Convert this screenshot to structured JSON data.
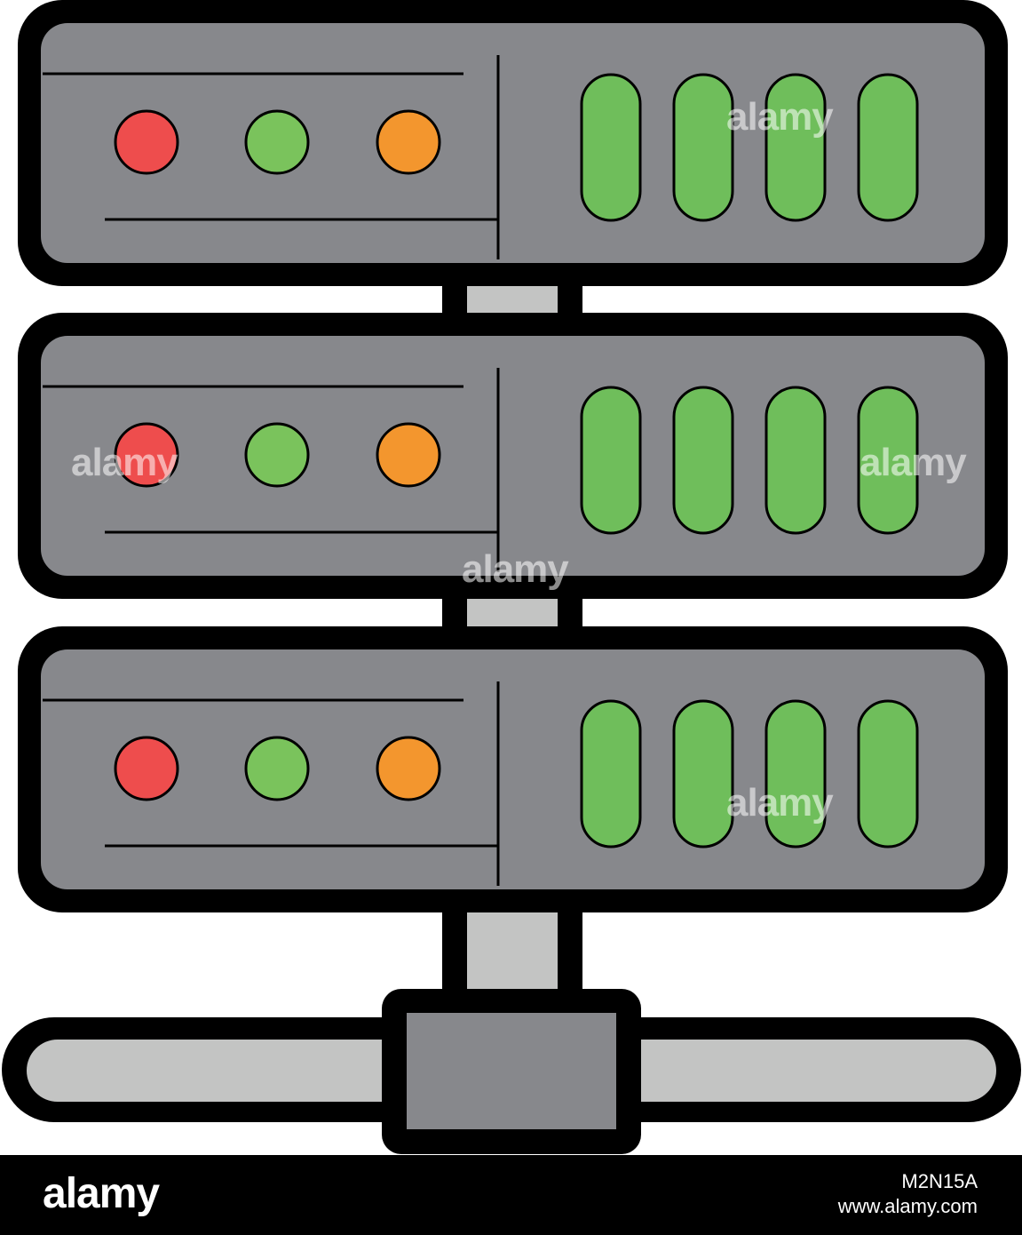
{
  "colors": {
    "outline": "#000000",
    "body": "#87888c",
    "connector": "#c3c4c3",
    "led_red": "#ee4d4d",
    "led_green": "#7ac35c",
    "led_orange": "#f3962e",
    "bay": "#6fbe5b"
  },
  "icons": {
    "main": "server-rack-icon",
    "unit": "server-unit-icon",
    "network": "network-connector-icon"
  },
  "watermark": {
    "text": "alamy"
  },
  "footer": {
    "logo": "alamy",
    "image_id": "M2N15A",
    "site": "www.alamy.com"
  }
}
